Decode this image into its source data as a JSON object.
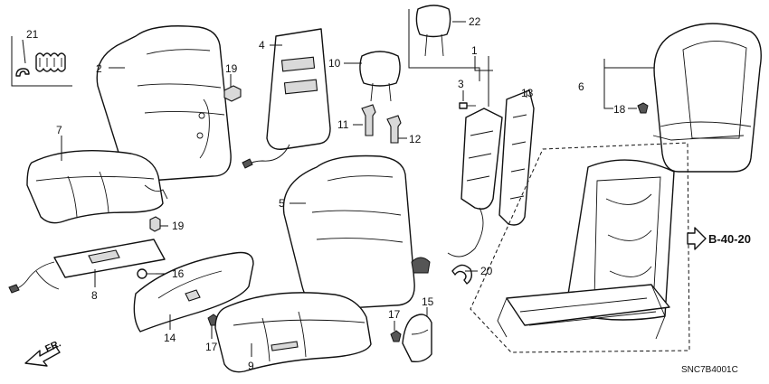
{
  "callouts": {
    "c1": "1",
    "c2": "2",
    "c3": "3",
    "c4": "4",
    "c5": "5",
    "c6": "6",
    "c7": "7",
    "c8": "8",
    "c9": "9",
    "c10": "10",
    "c11": "11",
    "c12": "12",
    "c13": "13",
    "c14": "14",
    "c15": "15",
    "c16": "16",
    "c17a": "17",
    "c17b": "17",
    "c18": "18",
    "c19a": "19",
    "c19b": "19",
    "c20": "20",
    "c21": "21",
    "c22": "22"
  },
  "reference": "B-40-20",
  "front_label": "FR.",
  "diagram_code": "SNC7B4001C"
}
